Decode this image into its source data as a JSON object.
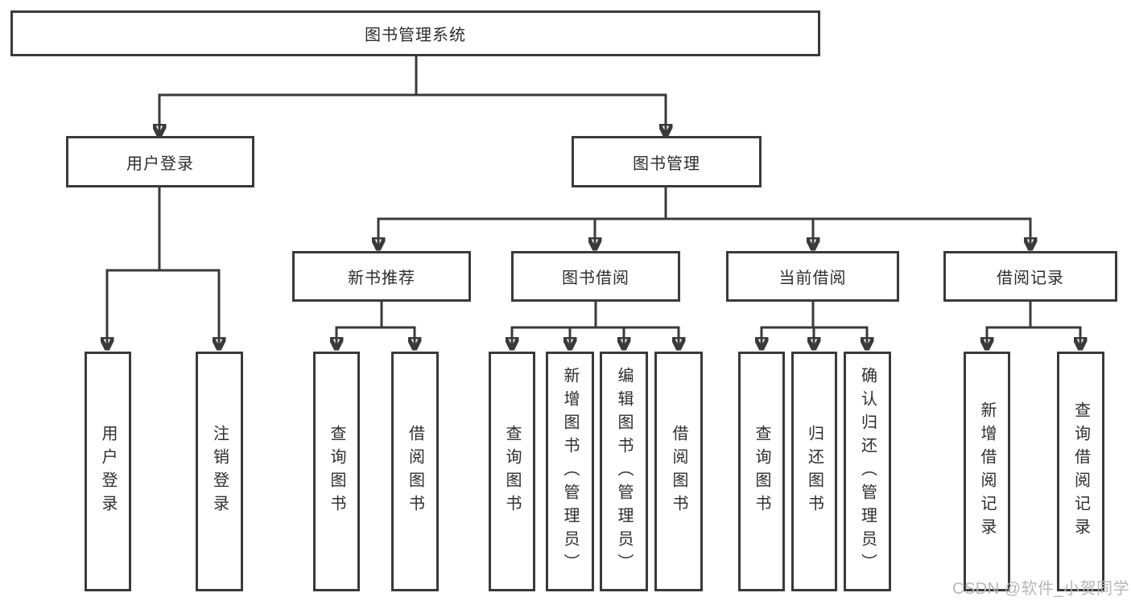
{
  "colors": {
    "line": "#3a3a3a",
    "box_border": "#3a3a3a",
    "box_fill": "#ffffff",
    "text": "#2e2e2e",
    "watermark": "#b7b7b7"
  },
  "tree": {
    "root": {
      "label": "图书管理系统"
    },
    "branches": [
      {
        "label": "用户登录",
        "children": [
          {
            "label": "用户登录"
          },
          {
            "label": "注销登录"
          }
        ]
      },
      {
        "label": "图书管理",
        "children": [
          {
            "label": "新书推荐",
            "children": [
              {
                "label": "查询图书"
              },
              {
                "label": "借阅图书"
              }
            ]
          },
          {
            "label": "图书借阅",
            "children": [
              {
                "label": "查询图书"
              },
              {
                "label": "新增图书（管理员）"
              },
              {
                "label": "编辑图书（管理员）"
              },
              {
                "label": "借阅图书"
              }
            ]
          },
          {
            "label": "当前借阅",
            "children": [
              {
                "label": "查询图书"
              },
              {
                "label": "归还图书"
              },
              {
                "label": "确认归还（管理员）"
              }
            ]
          },
          {
            "label": "借阅记录",
            "children": [
              {
                "label": "新增借阅记录"
              },
              {
                "label": "查询借阅记录"
              }
            ]
          }
        ]
      }
    ]
  },
  "watermark": {
    "text": "CSDN @软件_小贺同学"
  }
}
